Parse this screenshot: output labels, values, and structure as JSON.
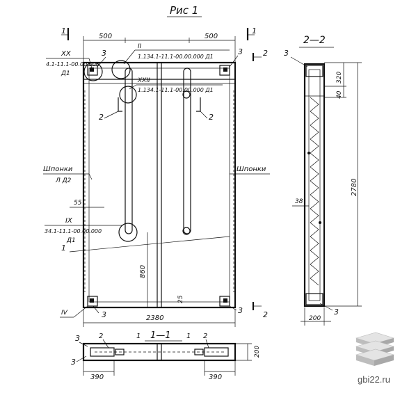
{
  "figure": {
    "title": "Рис 1"
  },
  "plan": {
    "dims_top": [
      "500",
      "500"
    ],
    "dim_bottom": "2380",
    "dim_860": "860",
    "dim_55": "55",
    "dim_25": "25",
    "section_marks": [
      "1",
      "1",
      "2",
      "2"
    ],
    "leader_labels": [
      "3",
      "3",
      "3",
      "3",
      "2",
      "2",
      "1",
      "IV"
    ],
    "callout_xx": {
      "roman": "XX",
      "code": "4.1-11.1-00.00.000",
      "sheet": "Д1"
    },
    "callout_ii": {
      "roman": "II",
      "code": "1.134.1-11.1-00.00.000 Д1"
    },
    "callout_xxii": {
      "roman": "XXII",
      "code": "1.134.1-11.1-00.00.000 Д1"
    },
    "callout_ix": {
      "roman": "IX",
      "code": "34.1-11.1-00.00.000",
      "sheet": "Д1"
    },
    "shponki_left": "Шпонки",
    "shponki_left_sub": "Л Д2",
    "shponki_right": "Шпонки"
  },
  "section_2_2": {
    "title": "2—2",
    "label_3": "3",
    "dim_320": "320",
    "dim_40": "40",
    "dim_2780": "2780",
    "dim_38": "38",
    "dim_200": "200",
    "label_3b": "3"
  },
  "section_1_1": {
    "title": "1—1",
    "label_3a": "3",
    "label_3b": "3",
    "label_2a": "2",
    "label_2b": "2",
    "label_1a": "1",
    "label_1b": "1",
    "dim_390a": "390",
    "dim_390b": "390",
    "dim_200": "200"
  },
  "watermark": {
    "site": "gbi22.ru",
    "logo_icon": "stacked-slabs-icon"
  }
}
